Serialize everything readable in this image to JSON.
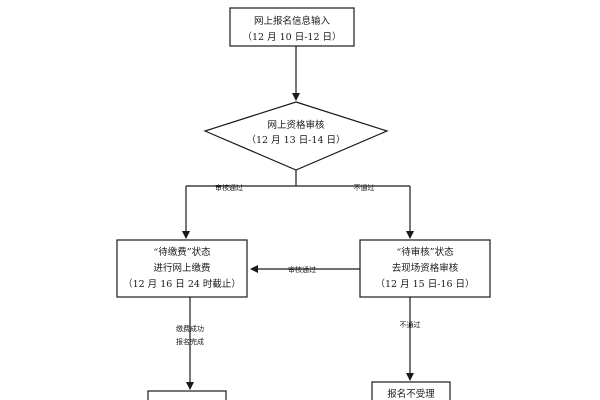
{
  "nodes": {
    "online_input": {
      "lines": [
        "网上报名信息输入",
        "（12 月 10 日-12 日）"
      ]
    },
    "qualification_review": {
      "lines": [
        "网上资格审核",
        "（12 月 13 日-14 日）"
      ]
    },
    "pending_payment": {
      "lines": [
        "“待缴费”状态",
        "进行网上缴费",
        "（12 月 16 日 24 时截止）"
      ]
    },
    "pending_review": {
      "lines": [
        "“待审核”状态",
        "去现场资格审核",
        "（12 月 15 日-16 日）"
      ]
    },
    "rejected": {
      "lines": [
        "报名不受理"
      ]
    },
    "completed": {
      "lines": []
    }
  },
  "edge_labels": {
    "review_pass_left": "审核通过",
    "not_pass_right": "不通过",
    "review_pass_middle": "审核通过",
    "payment_success": [
      "缴费成功",
      "报名完成"
    ],
    "not_pass_bottom": "不通过"
  },
  "colors": {
    "stroke": "#1a1a1a",
    "background": "#ffffff"
  }
}
